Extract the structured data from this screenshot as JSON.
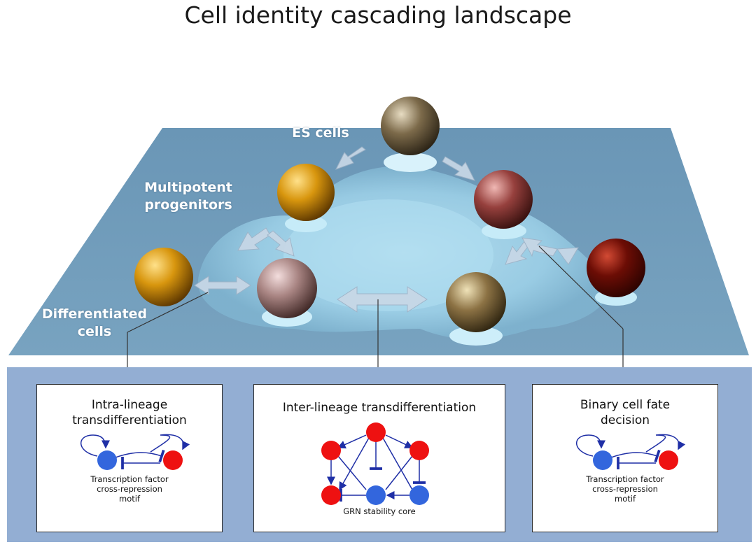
{
  "title": "Cell identity cascading landscape",
  "landscape": {
    "labels": {
      "es_cells": "ES cells",
      "multipotent_line1": "Multipotent",
      "multipotent_line2": "progenitors",
      "differentiated_line1": "Differentiated",
      "differentiated_line2": "cells"
    },
    "cell_colors": {
      "es": "#7c6a4a",
      "orange": "#d8960e",
      "mauve": "#a88482",
      "red_brown": "#96403d",
      "dark_red": "#6c0d05",
      "khaki": "#8c7244"
    },
    "surface_color": "#6e9ab9",
    "groove_color": "#a9dcf0"
  },
  "panels": {
    "intra": {
      "title_line1": "Intra-lineage",
      "title_line2": "transdifferentiation",
      "caption_line1": "Transcription factor",
      "caption_line2": "cross-repression",
      "caption_line3": "motif"
    },
    "inter": {
      "title": "Inter-lineage  transdifferentiation",
      "caption": "GRN stability core"
    },
    "binary": {
      "title_line1": "Binary cell fate",
      "title_line2": "decision",
      "caption_line1": "Transcription factor",
      "caption_line2": "cross-repression",
      "caption_line3": "motif"
    }
  },
  "network_colors": {
    "activator_node": "#3366dd",
    "repressor_node": "#ee1111",
    "edge": "#1f2fa6"
  }
}
